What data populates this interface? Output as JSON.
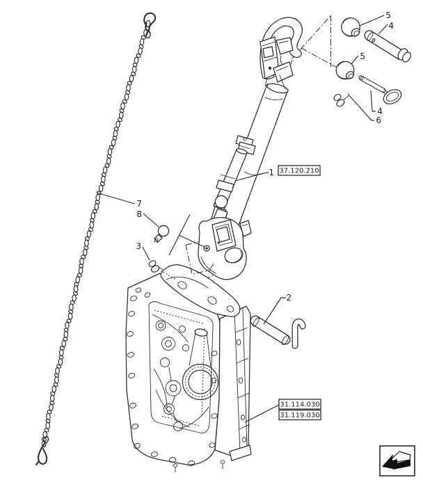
{
  "figure": {
    "type": "exploded-parts-diagram",
    "callouts": {
      "item1": "1",
      "item2": "2",
      "item3": "3",
      "item4_upper": "4",
      "item4_lower": "4",
      "item5_upper": "5",
      "item5_lower": "5",
      "item6": "6",
      "item7": "7",
      "item8": "8"
    },
    "reference_boxes": {
      "top_link": "37.120.210",
      "housing_a": "31.114.030",
      "housing_b": "31.119.030"
    },
    "colors": {
      "line": "#2b2b2b",
      "background": "#ffffff"
    },
    "icons": {
      "nav_arrow": "prev-sheet-arrow"
    }
  }
}
